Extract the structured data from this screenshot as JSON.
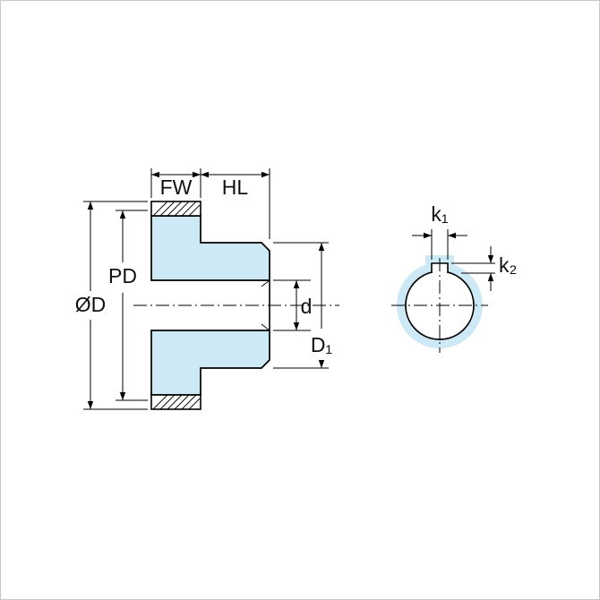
{
  "diagram": {
    "type": "gear-dimension-drawing",
    "views": {
      "left": "gear cross-section with hub",
      "right": "bore end view with keyway"
    },
    "labels": {
      "face_width": "FW",
      "hub_length": "HL",
      "pitch_diameter": "PD",
      "outside_diameter": "ØD",
      "bore_diameter": "d",
      "hub_diameter": "D₁",
      "keyway_width": "k₁",
      "keyway_depth": "k₂"
    },
    "colors": {
      "part_fill": "#cde9f6",
      "line_color": "#000000",
      "background": "#ffffff"
    }
  }
}
